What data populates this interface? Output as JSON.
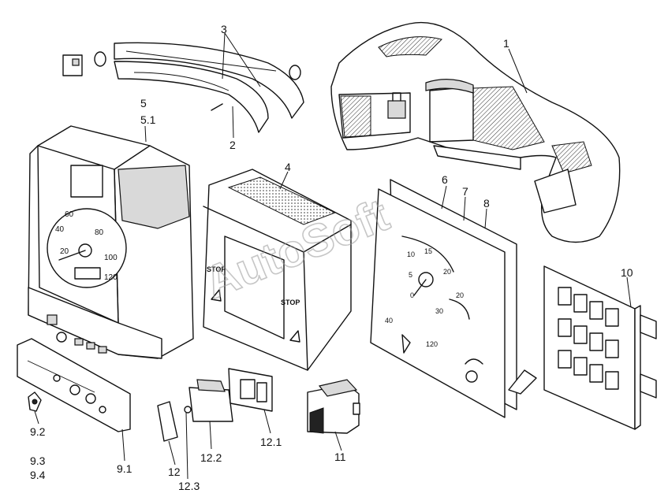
{
  "callouts": {
    "c1": "1",
    "c2": "2",
    "c3": "3",
    "c4": "4",
    "c5": "5",
    "c5_1": "5.1",
    "c6": "6",
    "c7": "7",
    "c8": "8",
    "c9_1": "9.1",
    "c9_2": "9.2",
    "c9_3": "9.3",
    "c9_4": "9.4",
    "c10": "10",
    "c11": "11",
    "c12": "12",
    "c12_1": "12.1",
    "c12_2": "12.2",
    "c12_3": "12.3"
  },
  "speedometer": {
    "ticks": [
      "20",
      "40",
      "60",
      "80",
      "100",
      "120"
    ]
  },
  "tachograph": {
    "stop_left": "STOP",
    "stop_right": "STOP"
  },
  "gauge": {
    "ticks_top": [
      "10",
      "15",
      "20"
    ],
    "ticks_mid": [
      "5",
      "0"
    ],
    "ticks_right": [
      "20",
      "30"
    ],
    "ticks_bottom": [
      "40",
      "120"
    ]
  },
  "watermark": "AutoSoft"
}
